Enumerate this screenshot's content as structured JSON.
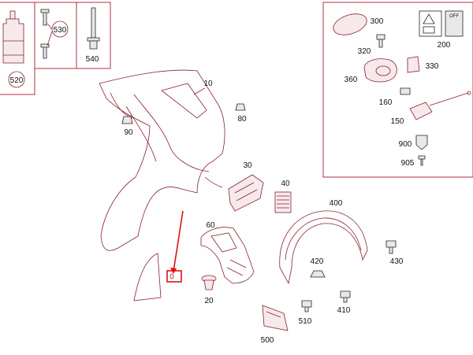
{
  "labels": {
    "p10": "10",
    "p20": "20",
    "p30": "30",
    "p40": "40",
    "p60": "60",
    "p80": "80",
    "p90": "90",
    "p150": "150",
    "p160": "160",
    "p200": "200",
    "p300": "300",
    "p320": "320",
    "p330": "330",
    "p360": "360",
    "p400": "400",
    "p410": "410",
    "p420": "420",
    "p430": "430",
    "p500": "500",
    "p510": "510",
    "p520": "520",
    "p530": "530",
    "p540": "540",
    "p900": "900",
    "p905": "905"
  },
  "warning_sign": {
    "off_text": "OFF"
  },
  "colors": {
    "frame": "#b03040",
    "part_line": "#8a1f2e",
    "pointer": "#e01010",
    "text": "#111111"
  }
}
